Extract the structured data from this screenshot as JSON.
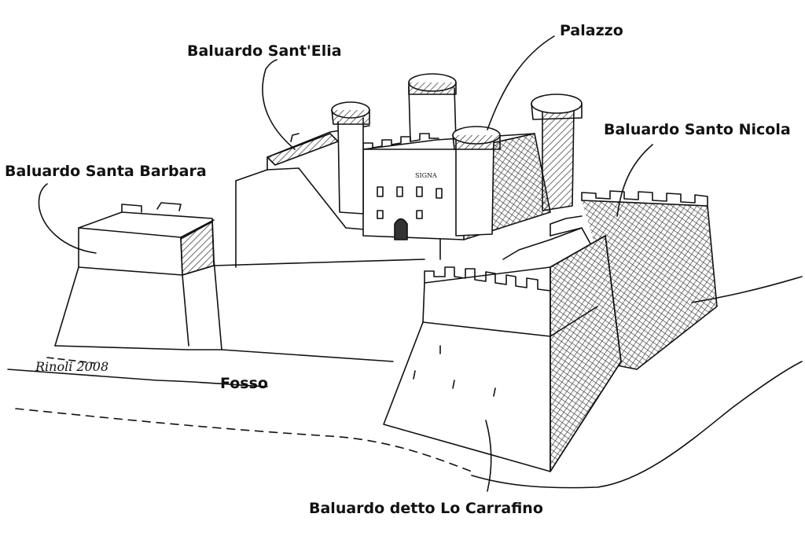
{
  "labels": {
    "palazzo": "Palazzo",
    "elia": "Baluardo Sant'Elia",
    "nicola": "Baluardo Santo Nicola",
    "barbara": "Baluardo Santa Barbara",
    "fosso": "Fosso",
    "carrafino": "Baluardo detto Lo Carrafino"
  },
  "signature": "Rinoli 2008",
  "colors": {
    "ink": "#111111",
    "paper": "#ffffff",
    "hatch": "#2a2a2a"
  }
}
